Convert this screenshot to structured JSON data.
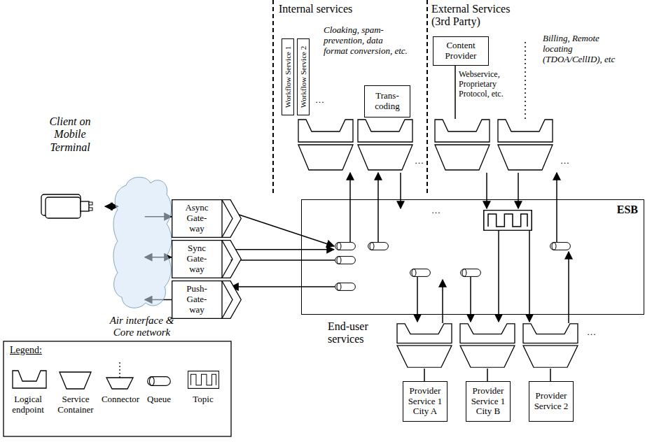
{
  "diagram": {
    "nodes": [
      {
        "text": [
          "Client on Mobile Terminal"
        ]
      },
      {
        "text": [
          "Air interface & Core network"
        ]
      },
      {
        "text": [
          "Async Gate- way"
        ]
      },
      {
        "text": [
          "Sync Gate- way"
        ]
      },
      {
        "text": [
          "Push- Gate- way"
        ]
      },
      {
        "text": [
          "Workflow Service 1"
        ]
      },
      {
        "text": [
          "Workflow Service 2"
        ]
      },
      {
        "text": [
          "Trans- coding"
        ]
      },
      {
        "text": [
          "Content Provider"
        ]
      },
      {
        "text": [
          "ESB"
        ]
      },
      {
        "text": [
          "Provider Service 1 City A"
        ]
      },
      {
        "text": [
          "Provider Service 1 City B"
        ]
      },
      {
        "text": [
          "Provider Service 2"
        ]
      }
    ],
    "edges": [
      {
        "from": 0,
        "to": 1,
        "arrow": "both"
      },
      {
        "from": 1,
        "to": 2,
        "arrow": "to"
      },
      {
        "from": 1,
        "to": 3,
        "arrow": "both"
      },
      {
        "from": 4,
        "to": 1,
        "arrow": "to"
      },
      {
        "from": 2,
        "to": 9,
        "arrow": "to"
      },
      {
        "from": 3,
        "to": 9,
        "arrow": "to"
      },
      {
        "from": 9,
        "to": 3,
        "arrow": "to"
      },
      {
        "from": 9,
        "to": 4,
        "arrow": "to"
      }
    ],
    "labels": [
      "Internal services",
      "External Services (3rd Party)",
      "Cloaking, spam-prevention, data format conversion, etc.",
      "…",
      "Webservice, Proprietary Protocol, etc.",
      "Billing, Remote locating (TDOA/CellID), etc",
      "…",
      "…",
      "…",
      "End-user services",
      "…",
      "Legend:"
    ],
    "legend": [
      {
        "text": "Logical endpoint"
      },
      {
        "text": "Service Container"
      },
      {
        "text": "Connector"
      },
      {
        "text": "Queue"
      },
      {
        "text": "Topic"
      }
    ]
  }
}
